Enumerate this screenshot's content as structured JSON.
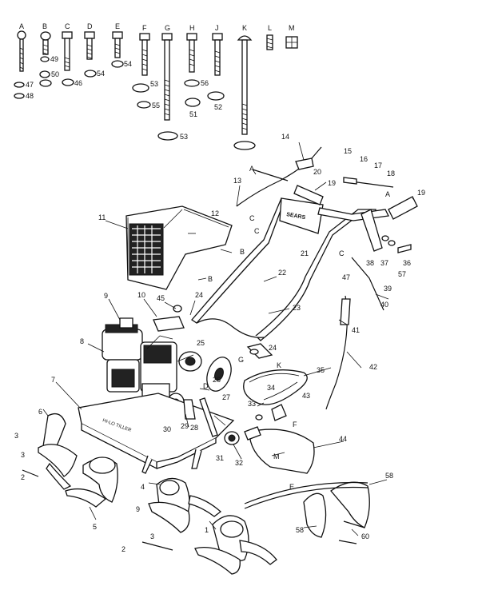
{
  "hardware_letters": [
    "A",
    "B",
    "C",
    "D",
    "E",
    "F",
    "G",
    "H",
    "J",
    "K",
    "L",
    "M"
  ],
  "hardware_numbers": [
    "47",
    "48",
    "49",
    "50",
    "46",
    "54",
    "54",
    "53",
    "55",
    "56",
    "51",
    "52",
    "53"
  ],
  "labels": {
    "l1": "1",
    "l2": "2",
    "l2b": "2",
    "l3": "3",
    "l3b": "3",
    "l3c": "3",
    "l4": "4",
    "l5": "5",
    "l6": "6",
    "l7": "7",
    "l8": "8",
    "l9": "9",
    "l9b": "9",
    "l10": "10",
    "l11": "11",
    "l12": "12",
    "l13": "13",
    "l14": "14",
    "l15": "15",
    "l16": "16",
    "l17": "17",
    "l18": "18",
    "l19": "19",
    "l19b": "19",
    "l20": "20",
    "l21": "21",
    "l22": "22",
    "l23": "23",
    "l24": "24",
    "l24b": "24",
    "l25": "25",
    "l26": "26",
    "l27": "27",
    "l28": "28",
    "l29": "29",
    "l30": "30",
    "l31": "31",
    "l32": "32",
    "l33": "33",
    "l34": "34",
    "l35": "35",
    "l36": "36",
    "l37": "37",
    "l38": "38",
    "l39": "39",
    "l40": "40",
    "l41": "41",
    "l42": "42",
    "l43": "43",
    "l44": "44",
    "l45": "45",
    "l47": "47",
    "l57": "57",
    "l58": "58",
    "l58b": "58",
    "l60": "60",
    "la": "A",
    "la2": "A",
    "lb": "B",
    "lb2": "B",
    "lc": "C",
    "lc2": "C",
    "lc3": "C",
    "lg": "G",
    "lk": "K",
    "lf": "F",
    "lm": "M",
    "le": "E",
    "ld": "D"
  },
  "brand": "SEARS",
  "deck_text": "HI-LO TILLER"
}
